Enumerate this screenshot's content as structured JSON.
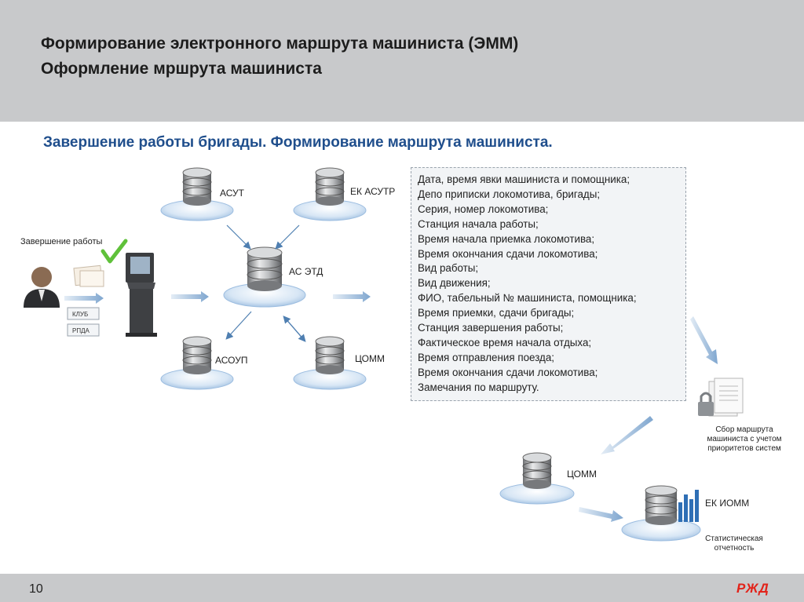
{
  "header": {
    "title_line1": "Формирование электронного маршрута машиниста (ЭММ)",
    "title_line2": "Оформление мршрута машиниста"
  },
  "subtitle": "Завершение работы бригады. Формирование маршрута машиниста.",
  "left": {
    "caption": "Завершение работы",
    "card1": "КЛУБ",
    "card2": "РПДА"
  },
  "nodes": {
    "asut": "АСУТ",
    "ek_asutr": "ЕК АСУТР",
    "as_etd": "АС ЭТД",
    "asoup": "АСОУП",
    "tsomm1": "ЦОММ",
    "tsomm2": "ЦОММ",
    "ek_iomm": "ЕК ИОММ"
  },
  "info_items": [
    "Дата, время явки машиниста и помощника;",
    "Депо приписки локомотива, бригады;",
    "Серия, номер локомотива;",
    "Станция начала работы;",
    "Время начала приемка локомотива;",
    "Время окончания сдачи локомотива;",
    "Вид работы;",
    "Вид движения;",
    "ФИО, табельный № машиниста, помощника;",
    "Время приемки,  сдачи бригады;",
    "Станция завершения работы;",
    "Фактическое время начала отдыха;",
    "Время отправления поезда;",
    "Время окончания сдачи локомотива;",
    "Замечания по маршруту."
  ],
  "collect_caption": [
    "Сбор маршрута",
    "машиниста с учетом",
    "приоритетов систем"
  ],
  "stats_caption": [
    "Статистическая",
    "отчетность"
  ],
  "footer": {
    "page": "10",
    "logo": "РЖД"
  },
  "colors": {
    "header_bg": "#c8c9cb",
    "subtitle": "#1f4e8c",
    "platform": "#b9d4ee",
    "arrow": "#8fb3d6",
    "logo": "#e2231a"
  }
}
